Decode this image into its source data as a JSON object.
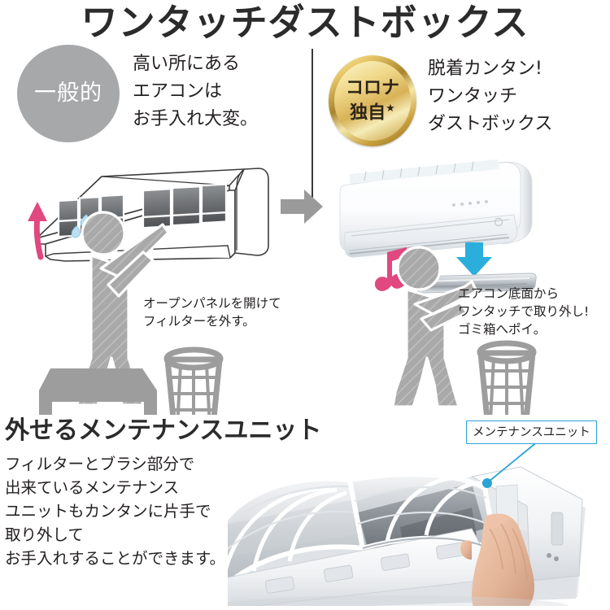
{
  "page": {
    "title": "ワンタッチダストボックス",
    "background": "#ffffff",
    "text_color": "#231f20"
  },
  "colors": {
    "title": "#2b2b2b",
    "gray_badge": "#a6a8aa",
    "gold_badge": "#d8b257",
    "gray_arrow": "#9a9a9a",
    "pink_arrow": "#e0487f",
    "blue_arrow": "#2baedc",
    "callout_border": "#2aa3d6",
    "callout_dot": "#2aa3d6",
    "figure_gray": "#a3a3a3",
    "divider": "#3a3a3a"
  },
  "compare": {
    "divider": true,
    "left": {
      "badge_label": "一般的",
      "badge_shape": "ellipse",
      "lead_text": "高い所にある\nエアコンは\nお手入れ大変。",
      "caption": "オープンパネルを開けて\nフィルターを外す。",
      "arrow_icon": "curved-up-arrow",
      "scene_items": [
        "wall-air-conditioner-open-panel",
        "person-on-step-stool",
        "step-stool",
        "mesh-wastebasket",
        "sweat-drops"
      ]
    },
    "transition_arrow_icon": "right-arrow",
    "right": {
      "badge_line1": "コロナ",
      "badge_line2": "独自",
      "badge_star": "★",
      "badge_shape": "gold-medal-ellipse",
      "lead_text": "脱着カンタン!\nワンタッチ\nダストボックス",
      "caption": "エアコン底面から\nワンタッチで取り外し!\nゴミ箱へポイ。",
      "arrow_icon": "down-arrow",
      "note_icon": "music-note",
      "scene_items": [
        "wall-air-conditioner-photo",
        "dust-box-unit",
        "person-standing",
        "mesh-wastebasket"
      ]
    }
  },
  "bottom": {
    "heading": "外せるメンテナンスユニット",
    "body": "フィルターとブラシ部分で\n出来ているメンテナンス\nユニットもカンタンに片手で\n取り外して\nお手入れすることができます。",
    "callout_label": "メンテナンスユニット",
    "photo_alt": "air-conditioner-maintenance-unit-hand-removal"
  }
}
